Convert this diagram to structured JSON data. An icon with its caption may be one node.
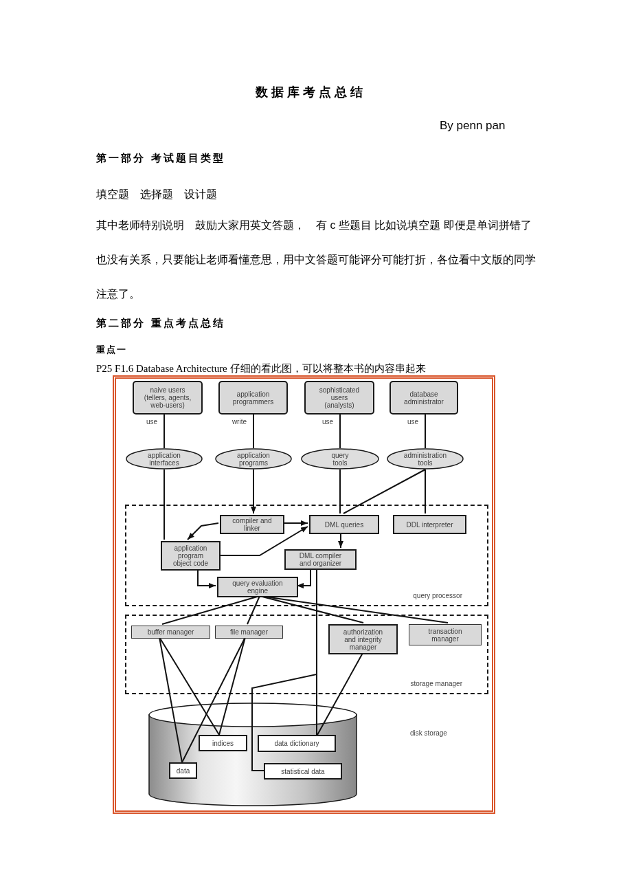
{
  "diagram": {
    "title": "数据库考点总结",
    "nodes": [
      {
        "text": [
          "naive users (tellers, agents, web-users)"
        ]
      },
      {
        "text": [
          "application programmers"
        ]
      },
      {
        "text": [
          "sophisticated users (analysts)"
        ]
      },
      {
        "text": [
          "database administrator"
        ]
      },
      {
        "text": [
          "application interfaces"
        ]
      },
      {
        "text": [
          "application programs"
        ]
      },
      {
        "text": [
          "query tools"
        ]
      },
      {
        "text": [
          "administration tools"
        ]
      },
      {
        "text": [
          "query processor"
        ]
      },
      {
        "text": [
          "compiler and linker"
        ],
        "in": 8
      },
      {
        "text": [
          "DML queries"
        ],
        "in": 8
      },
      {
        "text": [
          "DDL interpreter"
        ],
        "in": 8
      },
      {
        "text": [
          "application program object code"
        ],
        "in": 8
      },
      {
        "text": [
          "DML compiler and organizer"
        ],
        "in": 8
      },
      {
        "text": [
          "query evaluation engine"
        ],
        "in": 8
      },
      {
        "text": [
          "storage manager"
        ]
      },
      {
        "text": [
          "buffer manager"
        ],
        "in": 15
      },
      {
        "text": [
          "file manager"
        ],
        "in": 15
      },
      {
        "text": [
          "authorization and integrity manager"
        ],
        "in": 15
      },
      {
        "text": [
          "transaction manager"
        ],
        "in": 15
      },
      {
        "text": [],
        "shape": "cylinder"
      },
      {
        "text": [
          "indices"
        ],
        "in": 20
      },
      {
        "text": [
          "data dictionary"
        ],
        "in": 20
      },
      {
        "text": [
          "data"
        ],
        "in": 20
      },
      {
        "text": [
          "statistical data"
        ],
        "in": 20
      }
    ],
    "edges": [
      {
        "from": 0,
        "to": 4,
        "arrow": "none",
        "label": "use"
      },
      {
        "from": 1,
        "to": 5,
        "arrow": "none",
        "label": "write"
      },
      {
        "from": 2,
        "to": 6,
        "arrow": "none",
        "label": "use"
      },
      {
        "from": 3,
        "to": 7,
        "arrow": "none",
        "label": "use"
      },
      {
        "from": 4,
        "to": 12,
        "arrow": "none"
      },
      {
        "from": 5,
        "to": 9,
        "arrow": "to"
      },
      {
        "from": 6,
        "to": 10,
        "arrow": "none"
      },
      {
        "from": 7,
        "to": 10,
        "arrow": "none"
      },
      {
        "from": 7,
        "to": 11,
        "arrow": "none"
      },
      {
        "from": 9,
        "to": 12,
        "arrow": "to"
      },
      {
        "from": 9,
        "to": 10,
        "arrow": "to"
      },
      {
        "from": 12,
        "to": 10,
        "arrow": "to"
      },
      {
        "from": 10,
        "to": 13,
        "arrow": "to"
      },
      {
        "from": 12,
        "to": 14,
        "arrow": "to"
      },
      {
        "from": 13,
        "to": 14,
        "arrow": "to"
      },
      {
        "from": 13,
        "to": 22,
        "arrow": "none"
      },
      {
        "from": 13,
        "to": 24,
        "arrow": "none"
      },
      {
        "from": 14,
        "to": 16,
        "arrow": "none"
      },
      {
        "from": 14,
        "to": 17,
        "arrow": "none"
      },
      {
        "from": 14,
        "to": 18,
        "arrow": "none"
      },
      {
        "from": 14,
        "to": 19,
        "arrow": "none"
      },
      {
        "from": 16,
        "to": 23,
        "arrow": "none"
      },
      {
        "from": 16,
        "to": 21,
        "arrow": "none"
      },
      {
        "from": 17,
        "to": 23,
        "arrow": "none"
      },
      {
        "from": 17,
        "to": 21,
        "arrow": "none"
      },
      {
        "from": 18,
        "to": 22,
        "arrow": "none"
      }
    ],
    "labels": [
      "By penn pan",
      "第一部分 考试题目类型",
      "填空题",
      "选择题",
      "设计题",
      "其中老师特别说明　鼓励大家用英文答题，　有 c 些题目 比如说填空题 即便是单词拼错了也没有关系，只要能让老师看懂意思，用中文答题可能评分可能打折，各位看中文版的同学注意了。",
      "第二部分 重点考点总结",
      "重点一",
      "P25 F1.6 Database Architecture 仔细的看此图，可以将整本书的内容串起来",
      "disk storage"
    ]
  }
}
